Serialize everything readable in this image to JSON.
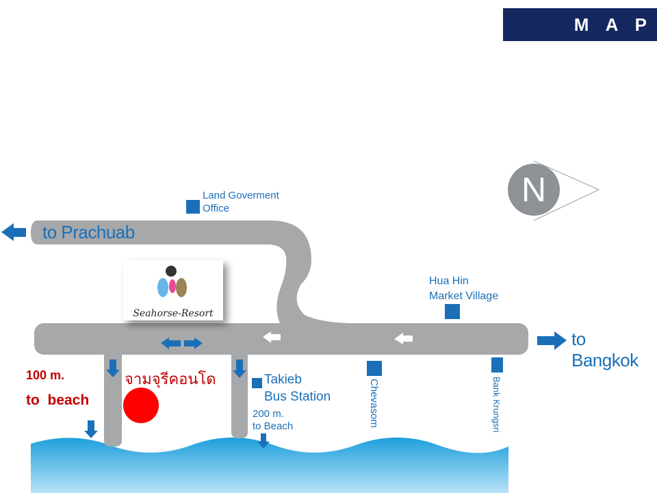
{
  "header": {
    "title": "M A P"
  },
  "compass": {
    "letter": "N"
  },
  "destinations": {
    "west": "to Prachuab",
    "east": "to Bangkok"
  },
  "logo": {
    "text": "Seahorse-Resort"
  },
  "landmarks": {
    "land_office": [
      "Land Goverment",
      "Office"
    ],
    "market_village": [
      "Hua Hin",
      "Market Village"
    ],
    "bus_station": [
      "Takieb",
      "Bus Station"
    ],
    "chevasom": "Chevasom",
    "bank": "Bank Krungsri"
  },
  "notes": {
    "left_distance": "100 m.",
    "left_to_beach": "to  beach",
    "right_distance": "200 m.",
    "right_to_beach": "to Beach",
    "condo_name": "จามจุรีคอนโด"
  },
  "colors": {
    "road": "#a7a8aa",
    "accent": "#1a6fb8",
    "title_bg": "#14275e",
    "marker": "#ff0000",
    "sea": "#2aa7df"
  }
}
